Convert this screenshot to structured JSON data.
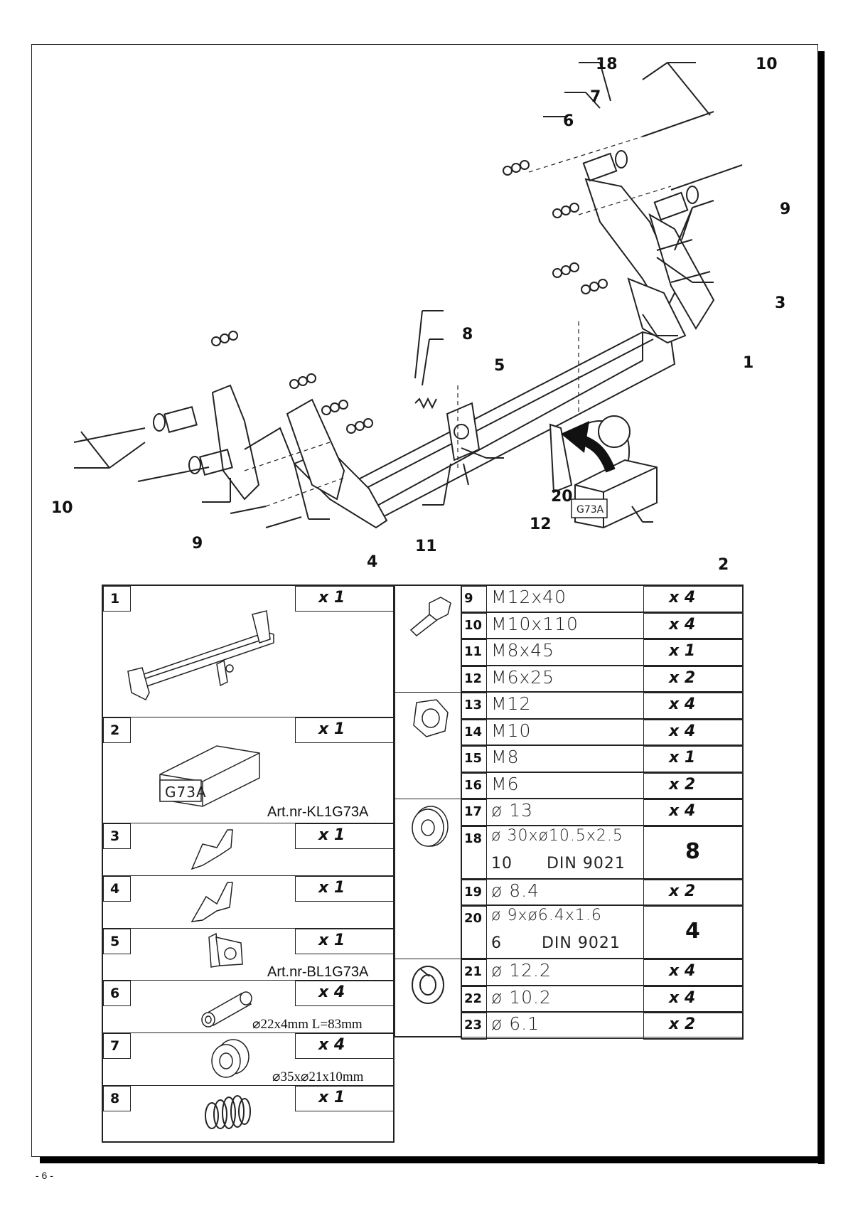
{
  "diagram": {
    "callouts": [
      "18",
      "10",
      "7",
      "6",
      "9",
      "3",
      "8",
      "5",
      "1",
      "20",
      "12",
      "10",
      "9",
      "11",
      "4",
      "2"
    ],
    "box_label": "G73A"
  },
  "parts_left": [
    {
      "no": "1",
      "qty": "x 1"
    },
    {
      "no": "2",
      "qty": "x 1",
      "label": "G73A",
      "note": "Art.nr-KL1G73A"
    },
    {
      "no": "3",
      "qty": "x 1"
    },
    {
      "no": "4",
      "qty": "x 1"
    },
    {
      "no": "5",
      "qty": "x 1",
      "note": "Art.nr-BL1G73A"
    },
    {
      "no": "6",
      "qty": "x 4",
      "note": "⌀22x4mm L=83mm"
    },
    {
      "no": "7",
      "qty": "x 4",
      "note": "⌀35x⌀21x10mm"
    },
    {
      "no": "8",
      "qty": "x 1"
    }
  ],
  "parts_right": [
    {
      "no": "9",
      "spec": "M12x40",
      "qty": "x 4"
    },
    {
      "no": "10",
      "spec": "M10x110",
      "qty": "x 4"
    },
    {
      "no": "11",
      "spec": "M8x45",
      "qty": "x 1"
    },
    {
      "no": "12",
      "spec": "M6x25",
      "qty": "x 2"
    },
    {
      "no": "13",
      "spec": "M12",
      "qty": "x 4"
    },
    {
      "no": "14",
      "spec": "M10",
      "qty": "x 4"
    },
    {
      "no": "15",
      "spec": "M8",
      "qty": "x 1"
    },
    {
      "no": "16",
      "spec": "M6",
      "qty": "x 2"
    },
    {
      "no": "17",
      "spec": "ø 13",
      "qty": "x 4"
    },
    {
      "no": "18",
      "spec": "ø 30xø10.5x2.5",
      "qty": "8"
    },
    {
      "no": "10",
      "spec": "10      DIN 9021"
    },
    {
      "no": "19",
      "spec": "ø 8.4",
      "qty": "x 2"
    },
    {
      "no": "20",
      "spec": "ø 9xø6.4x1.6",
      "qty": "4"
    },
    {
      "no": "6",
      "spec": "6       DIN 9021"
    },
    {
      "no": "21",
      "spec": "ø 12.2",
      "qty": "x 4"
    },
    {
      "no": "22",
      "spec": "ø 10.2",
      "qty": "x 4"
    },
    {
      "no": "23",
      "spec": "ø 6.1",
      "qty": "x 2"
    }
  ],
  "footer": "- 6 -"
}
